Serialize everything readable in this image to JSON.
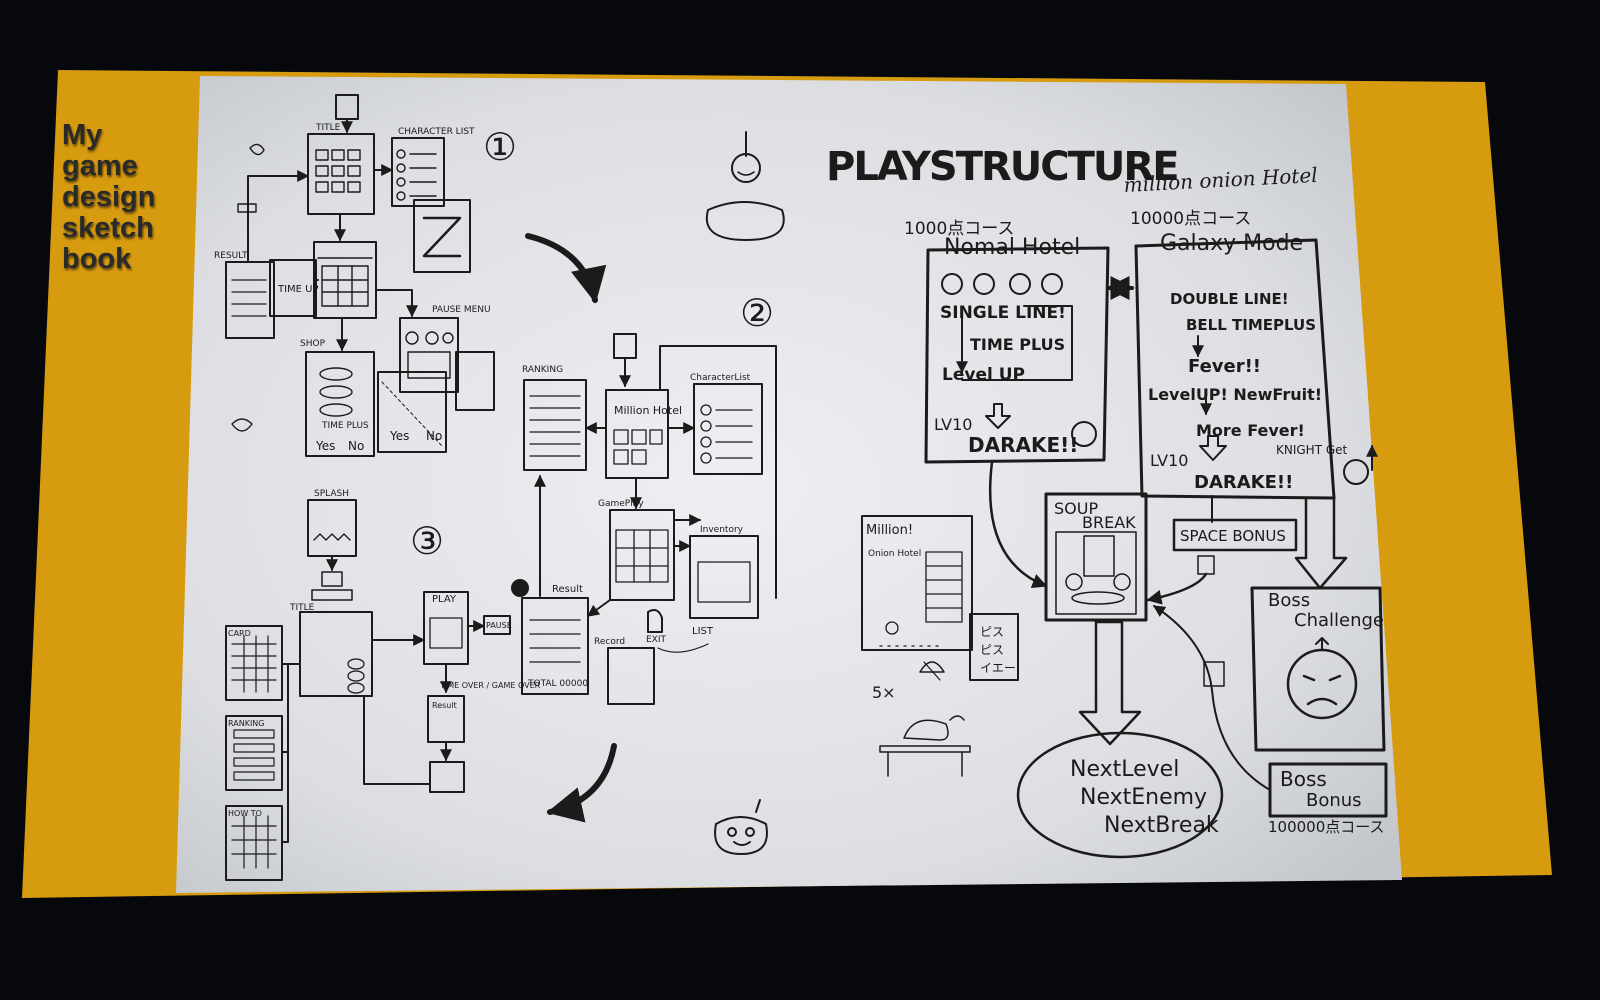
{
  "colors": {
    "background": "#07080b",
    "slide_side": "#d79b10",
    "paper": "#e6e7ea",
    "ink": "#1b1b1b"
  },
  "caption": [
    "My",
    "game",
    "design",
    "sketch",
    "book"
  ],
  "section_numbers": [
    "①",
    "②",
    "③"
  ],
  "heading": "PLAYSTRUCTURE",
  "subtitle": "million onion Hotel",
  "screen_labels": {
    "title": "TITLE",
    "character_list": "CHARACTER LIST",
    "result": "RESULT",
    "pause_menu": "PAUSE MENU",
    "shop": "SHOP",
    "time_up": "TIME UP",
    "timer": "TIME PLUS",
    "yes": "Yes",
    "no": "No",
    "ranking": "RANKING",
    "character_list_2": "CharacterList",
    "million_hotel": "Million Hotel",
    "gameplay": "GamePlay",
    "inventory": "Inventory",
    "result_2": "Result",
    "total": "TOTAL 00000",
    "record": "Record",
    "exit": "EXIT",
    "list": "LIST",
    "splash": "SPLASH",
    "play": "PLAY",
    "pause": "PAUSE",
    "card": "CARD",
    "ranking_3": "RANKING",
    "howto": "HOW TO",
    "game_over": "TIME OVER / GAME OVER",
    "result_3": "Result"
  },
  "normal": {
    "course": "1000点コース",
    "title": "Nomal Hotel",
    "lines": [
      "SINGLE LINE!",
      "TIME PLUS",
      "Level UP"
    ],
    "lv": "LV10",
    "end": "DARAKE!!"
  },
  "galaxy": {
    "course": "10000点コース",
    "title": "Galaxy Mode",
    "lines": [
      "DOUBLE LINE!",
      "BELL TIMEPLUS",
      "Fever!!",
      "LevelUP! NewFruit!",
      "More Fever!"
    ],
    "lv": "LV10",
    "end": "DARAKE!!",
    "knight": "KNIGHT Get"
  },
  "soup_break": [
    "SOUP",
    "BREAK"
  ],
  "space_bonus": "SPACE BONUS",
  "boss_challenge": [
    "Boss",
    "Challenge"
  ],
  "boss_bonus": [
    "Boss",
    "Bonus"
  ],
  "boss_course": "100000点コース",
  "next": [
    "NextLevel",
    "NextEnemy",
    "NextBreak"
  ],
  "million_sketch": {
    "title": "Million!",
    "sub": "Onion Hotel",
    "notes": [
      "ピス",
      "ピス",
      "イエー"
    ]
  },
  "multiplier": "5×"
}
